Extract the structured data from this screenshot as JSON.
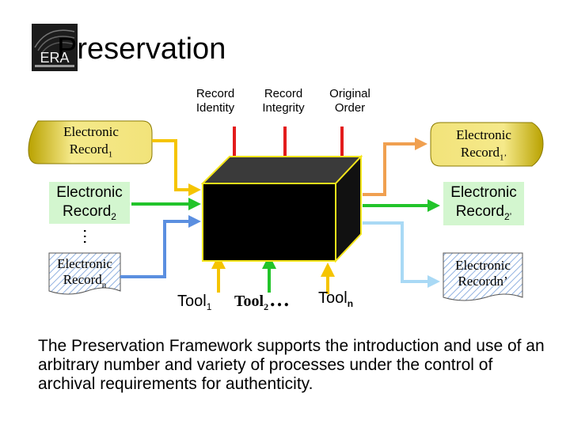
{
  "title": "Preservation",
  "logo": {
    "text": "ERA"
  },
  "requirements": [
    {
      "line1": "Record",
      "line2": "Identity"
    },
    {
      "line1": "Record",
      "line2": "Integrity"
    },
    {
      "line1": "Original",
      "line2": "Order"
    }
  ],
  "inputs": [
    {
      "main": "Electronic",
      "base": "Record",
      "sub": "1"
    },
    {
      "main": "Electronic",
      "base": "Record",
      "sub": "2"
    },
    {
      "main": "Electronic",
      "base": "Record",
      "sub": "n"
    }
  ],
  "outputs": [
    {
      "main": "Electronic",
      "base": "Record",
      "sub": "1’"
    },
    {
      "main": "Electronic",
      "base": "Record",
      "sub": "2’"
    },
    {
      "main": "Electronic",
      "base": "Recordn’",
      "sub": ""
    }
  ],
  "tools": [
    {
      "base": "Tool",
      "sub": "1"
    },
    {
      "base": "Tool",
      "sub": "2"
    },
    {
      "base": "Tool",
      "sub": "n"
    }
  ],
  "ellipsis": "…",
  "caption": "The Preservation Framework supports the introduction and use of an arbitrary number and variety of processes under the control of archival requirements for authenticity.",
  "colors": {
    "req_arrow": "#e31c1c",
    "record1_in": "#f5c400",
    "record2_in": "#22c42a",
    "recordn_in": "#5b8fe0",
    "record1_out": "#f0a050",
    "record2_out": "#9de09a",
    "recordn_out": "#a9d9f5",
    "tool_arrow": "#f5c400",
    "box_face": "#000000",
    "box_edge": "#f5e51a",
    "scroll_fill": "#f2e37a",
    "green_label_bg": "#d3f6cf",
    "hatched_bg": "#e9f1ff"
  }
}
